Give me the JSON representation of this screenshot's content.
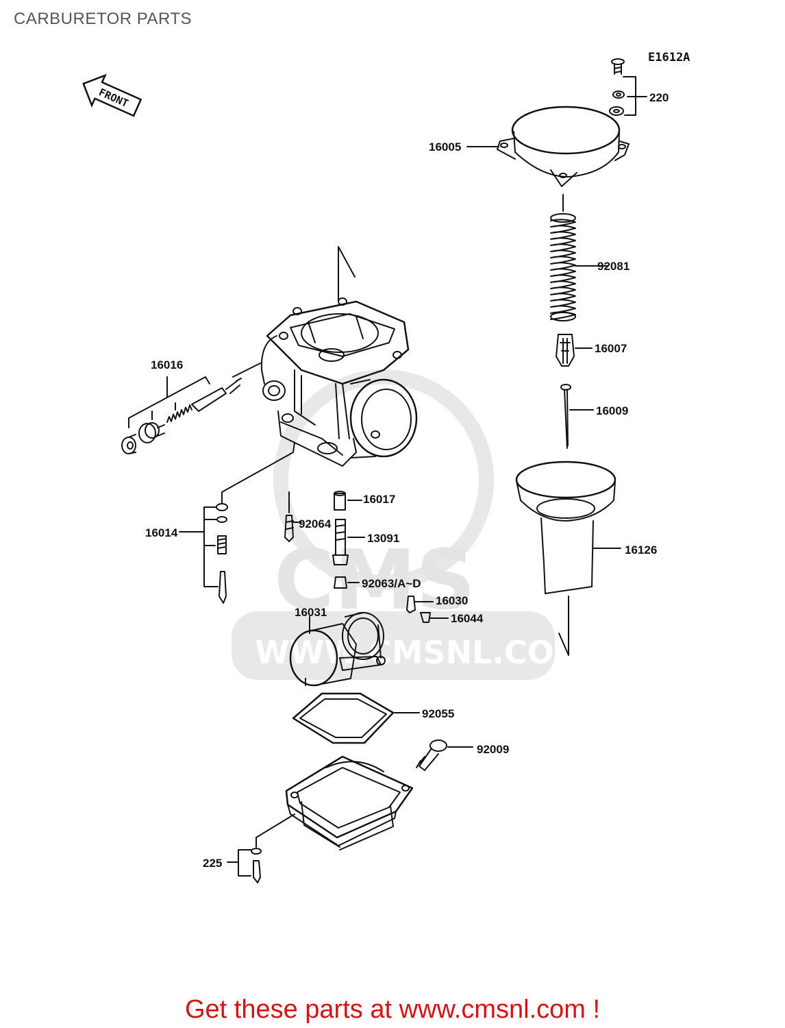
{
  "header": {
    "title": "CARBURETOR PARTS",
    "diagram_code": "E1612A"
  },
  "front_marker": {
    "text": "FRONT"
  },
  "watermark": {
    "brand": "CMS",
    "url": "WWW.CMSNL.COM",
    "color": "#e6e6e6"
  },
  "parts": [
    {
      "id": "p220",
      "number": "220"
    },
    {
      "id": "p16005",
      "number": "16005"
    },
    {
      "id": "p92081",
      "number": "92081"
    },
    {
      "id": "p16007",
      "number": "16007"
    },
    {
      "id": "p16009",
      "number": "16009"
    },
    {
      "id": "p16016",
      "number": "16016"
    },
    {
      "id": "p16017",
      "number": "16017"
    },
    {
      "id": "p16014",
      "number": "16014"
    },
    {
      "id": "p92064",
      "number": "92064"
    },
    {
      "id": "p13091",
      "number": "13091"
    },
    {
      "id": "p16126",
      "number": "16126"
    },
    {
      "id": "p92063",
      "number": "92063/A~D"
    },
    {
      "id": "p16030",
      "number": "16030"
    },
    {
      "id": "p16031",
      "number": "16031"
    },
    {
      "id": "p16044",
      "number": "16044"
    },
    {
      "id": "p92055",
      "number": "92055"
    },
    {
      "id": "p92009",
      "number": "92009"
    },
    {
      "id": "p225",
      "number": "225"
    }
  ],
  "footer": {
    "text": "Get these parts at www.cmsnl.com !",
    "color": "#d21414"
  }
}
